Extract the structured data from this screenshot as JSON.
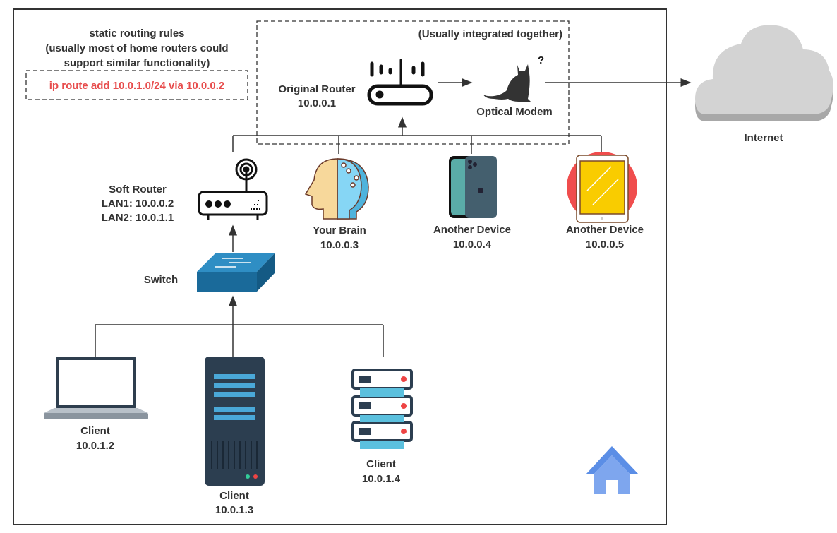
{
  "rules": {
    "title": "static routing rules",
    "subtitle_line1": "(usually most of home routers could",
    "subtitle_line2": "support similar functionality)",
    "command": "ip route add 10.0.1.0/24 via 10.0.0.2"
  },
  "integrated_note": "(Usually integrated together)",
  "original_router": {
    "name": "Original Router",
    "ip": "10.0.0.1"
  },
  "optical_modem": {
    "name": "Optical Modem",
    "badge": "?"
  },
  "internet": {
    "name": "Internet"
  },
  "soft_router": {
    "name": "Soft Router",
    "lan1": "LAN1: 10.0.0.2",
    "lan2": "LAN2: 10.0.1.1"
  },
  "switch": {
    "name": "Switch"
  },
  "devices": [
    {
      "name": "Your Brain",
      "ip": "10.0.0.3"
    },
    {
      "name": "Another Device",
      "ip": "10.0.0.4"
    },
    {
      "name": "Another Device",
      "ip": "10.0.0.5"
    }
  ],
  "clients": [
    {
      "name": "Client",
      "ip": "10.0.1.2"
    },
    {
      "name": "Client",
      "ip": "10.0.1.3"
    },
    {
      "name": "Client",
      "ip": "10.0.1.4"
    }
  ],
  "colors": {
    "command": "#e74c4c",
    "line": "#333333",
    "switch": "#1a6a9a",
    "tablet_bg": "#f04d4d",
    "house": "#5b8ee6"
  }
}
